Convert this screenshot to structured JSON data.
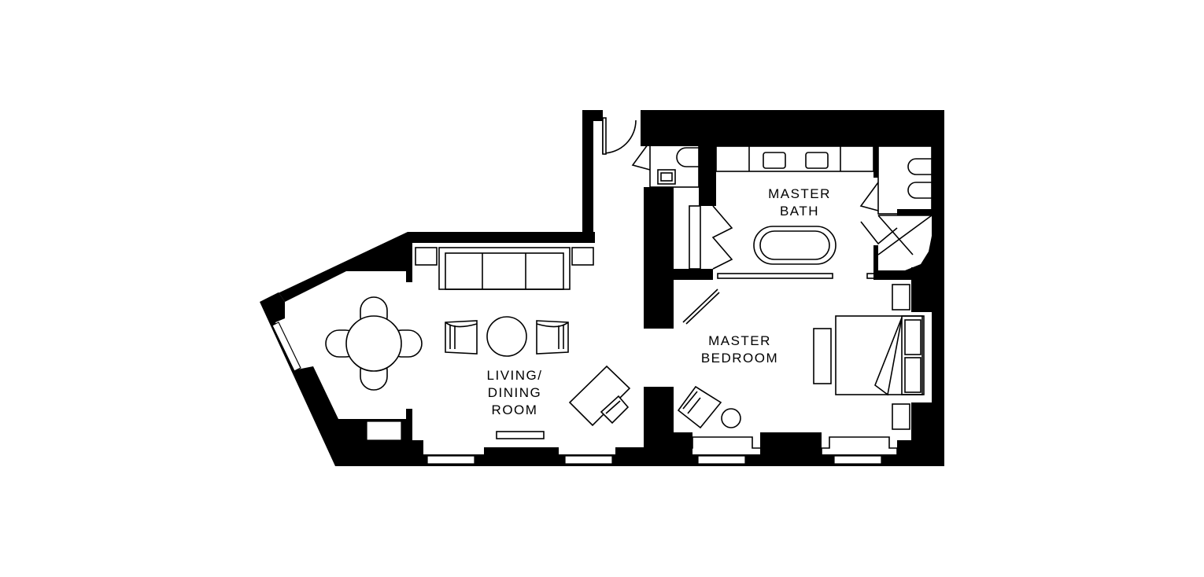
{
  "rooms": {
    "master_bath": {
      "line1": "MASTER",
      "line2": "BATH"
    },
    "living_dining": {
      "line1": "LIVING/",
      "line2": "DINING",
      "line3": "ROOM"
    },
    "master_bedroom": {
      "line1": "MASTER",
      "line2": "BEDROOM"
    }
  },
  "colors": {
    "wall": "#000000",
    "background": "#ffffff"
  }
}
